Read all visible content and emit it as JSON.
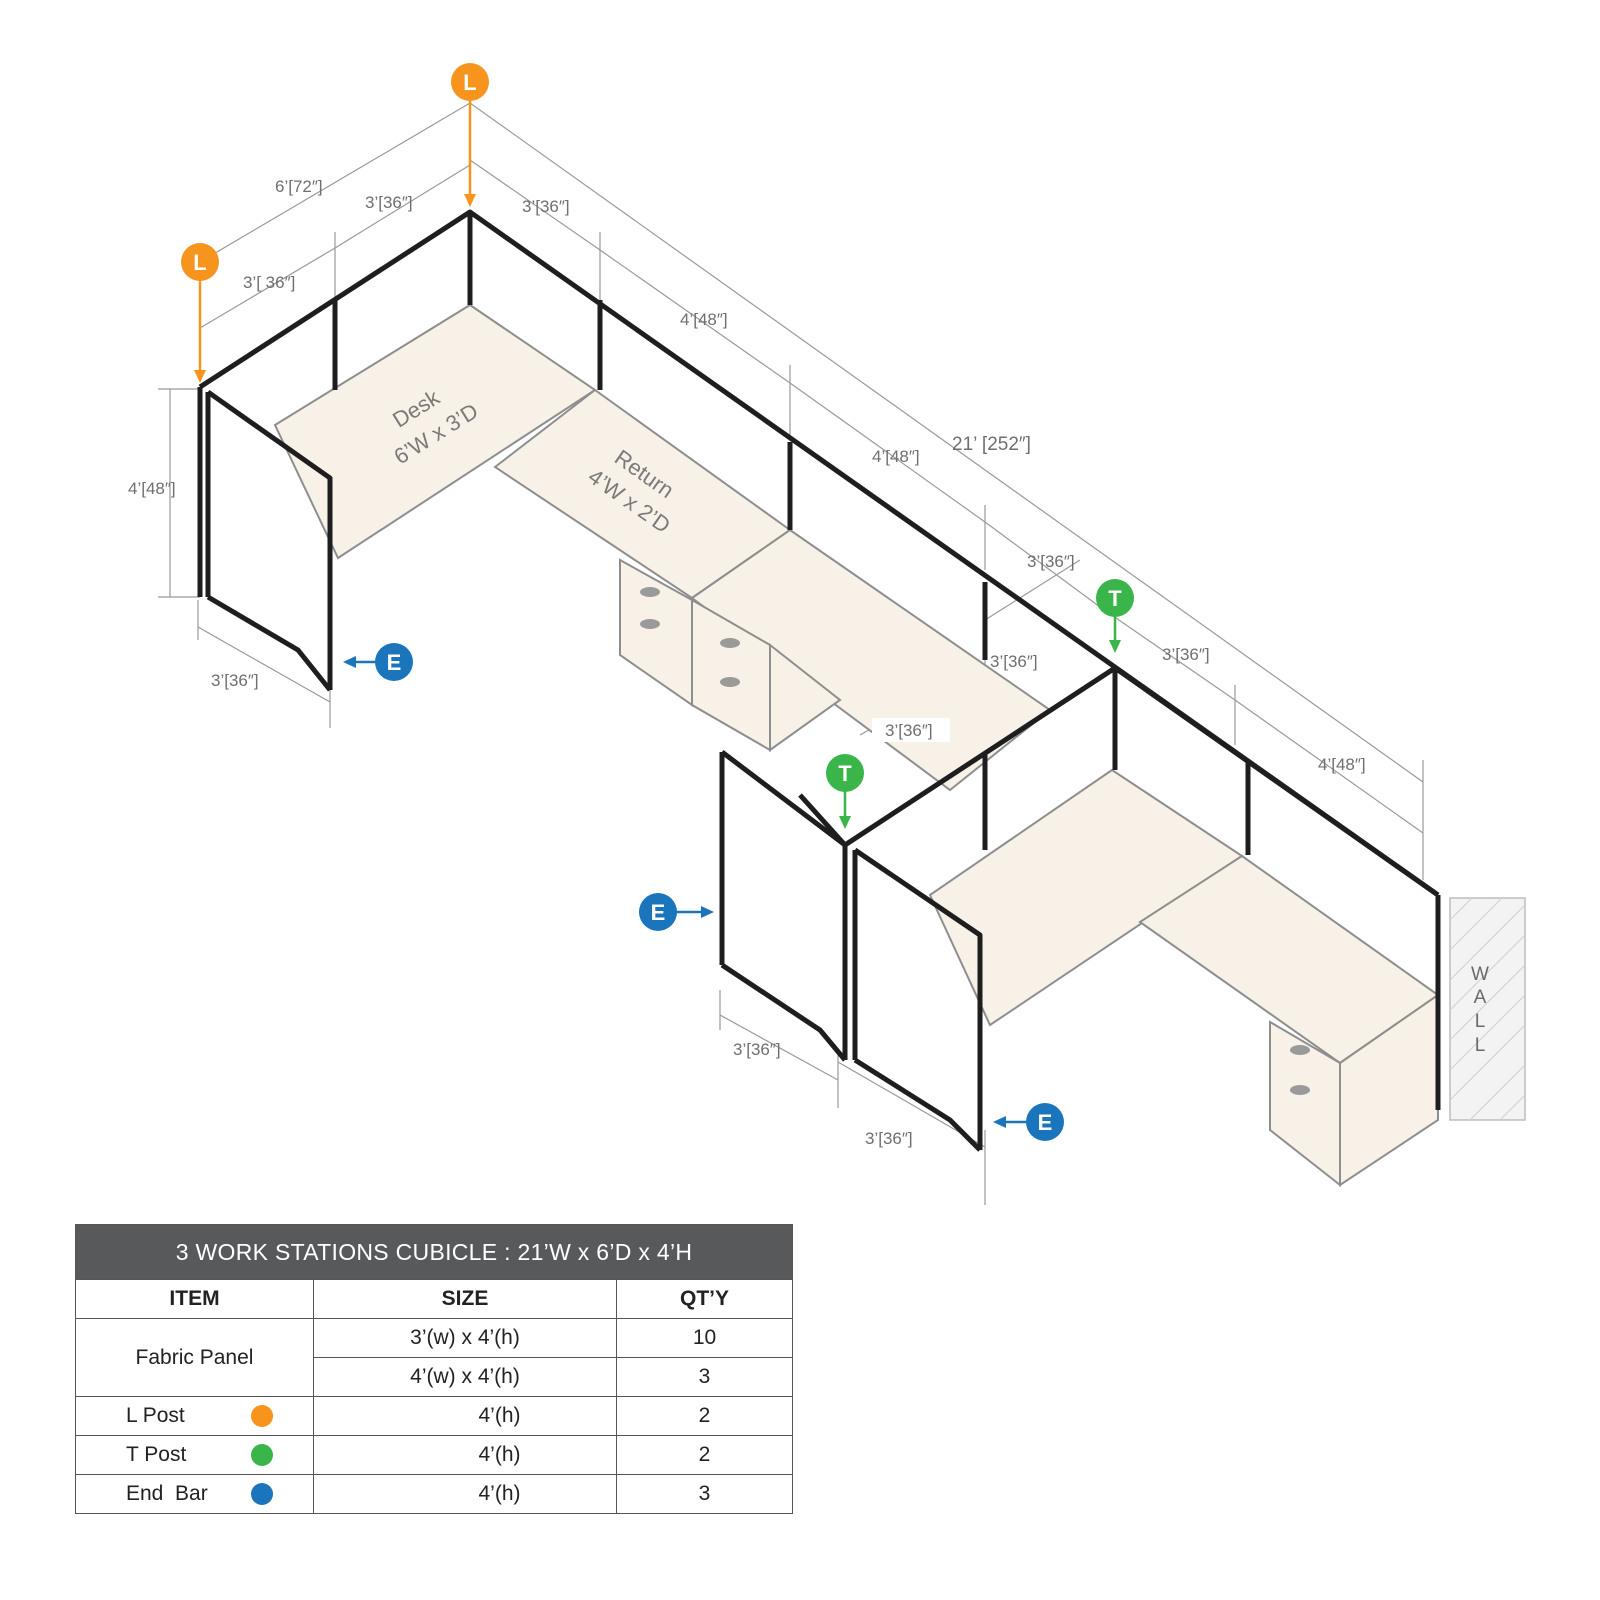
{
  "diagram": {
    "dimensions": {
      "top_width": "6’[72″]",
      "top_left_a": "3’[36″]",
      "top_left_b": "3’[ 36″]",
      "top_right_a": "3’[36″]",
      "long_a": "4’[48″]",
      "long_b": "4’[48″]",
      "long_c": "3’[36″]",
      "long_d": "3’[36″]",
      "long_e": "4’[48″]",
      "overall": "21’ [252″]",
      "height": "4’[48″]",
      "end_left": "3’[36″]",
      "mid_a": "3’[36″]",
      "mid_b": "3’[36″]",
      "front_a": "3’[36″]",
      "front_b": "3’[36″]"
    },
    "desk_label_1": "Desk",
    "desk_label_2": "6’W x 3’D",
    "return_label_1": "Return",
    "return_label_2": "4’W x 2’D",
    "wall_letters": [
      "W",
      "A",
      "L",
      "L"
    ],
    "markers": {
      "l_letter": "L",
      "t_letter": "T",
      "e_letter": "E"
    },
    "colors": {
      "l_post": "#f7941d",
      "t_post": "#39b54a",
      "end_bar": "#1b75bc",
      "desk": "#f8f1e7",
      "frame": "#1e1e1e"
    }
  },
  "table": {
    "title": "3 WORK STATIONS  CUBICLE  :  21’W x 6’D x 4’H",
    "headers": [
      "ITEM",
      "SIZE",
      "QT’Y"
    ],
    "rows": [
      {
        "item": "Fabric Panel",
        "size": "3’(w) x 4’(h)",
        "qty": "10"
      },
      {
        "item": "",
        "size": "4’(w) x 4’(h)",
        "qty": "3"
      },
      {
        "item": "L Post",
        "size": "4’(h)",
        "qty": "2",
        "dot": "orange"
      },
      {
        "item": "T Post",
        "size": "4’(h)",
        "qty": "2",
        "dot": "green"
      },
      {
        "item": "End  Bar",
        "size": "4’(h)",
        "qty": "3",
        "dot": "blue"
      }
    ]
  }
}
